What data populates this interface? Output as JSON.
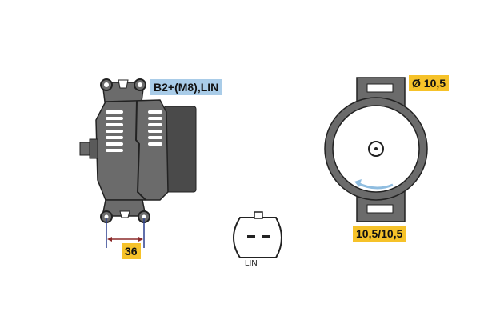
{
  "labels": {
    "connection": "B2+(M8),LIN",
    "mount_spacing": "36",
    "bore_diameter": "Ø 10,5",
    "bore_sizes": "10,5/10,5",
    "connector": "LIN"
  },
  "colors": {
    "body": "#6b6b6b",
    "dark": "#4a4a4a",
    "label_blue": "#a9cce8",
    "label_yellow": "#f6c229",
    "dimension_line": "#8b2a2a",
    "guide_line": "#2a3f8f",
    "rotation_arrow": "#8fbde0"
  }
}
